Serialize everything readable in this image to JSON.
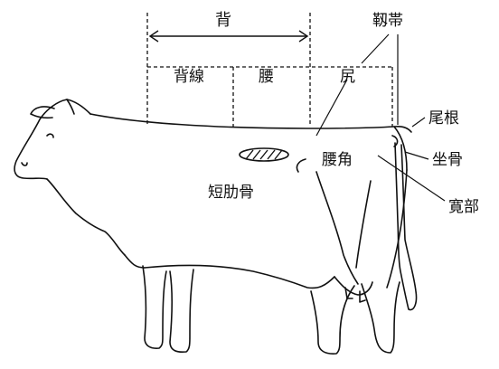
{
  "diagram": {
    "labels": {
      "back": "背",
      "back_line": "背線",
      "loin": "腰",
      "rump": "尻",
      "ligament": "靱帯",
      "tail_head": "尾根",
      "pin_bone": "坐骨",
      "hip_bone": "腰角",
      "width": "寛部",
      "short_rib": "短肋骨"
    },
    "colors": {
      "ink": "#111111",
      "background": "#ffffff"
    }
  }
}
